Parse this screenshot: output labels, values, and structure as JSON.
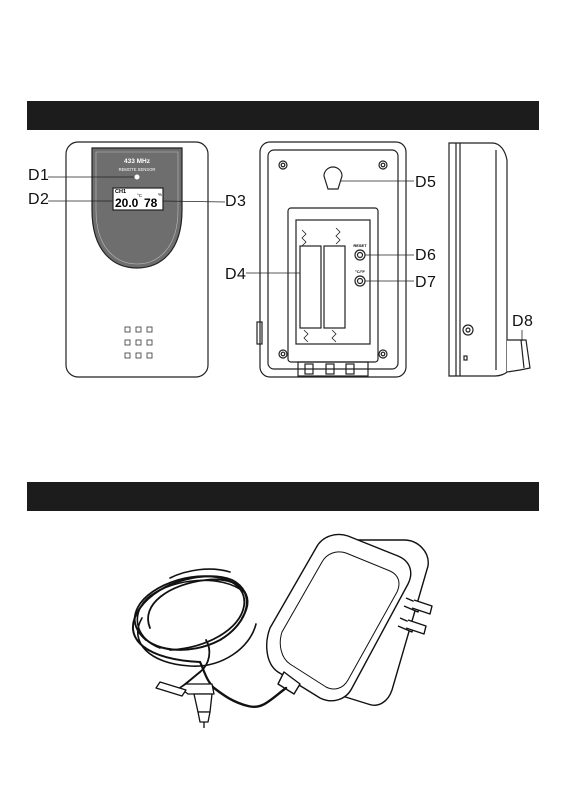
{
  "colors": {
    "section_bar": "#1c1c1c",
    "display_window": "#6e6e6e",
    "lcd_background": "#ffffff",
    "line": "#222222"
  },
  "callouts": {
    "d1": "D1",
    "d2": "D2",
    "d3": "D3",
    "d4": "D4",
    "d5": "D5",
    "d6": "D6",
    "d7": "D7",
    "d8": "D8"
  },
  "sensor_front": {
    "frequency": "433 MHz",
    "product_label": "REMOTE SENSOR",
    "lcd": {
      "channel": "CH1",
      "temperature": "20.0",
      "temp_unit": "°C",
      "humidity": "78",
      "humidity_unit": "%"
    }
  },
  "sensor_back": {
    "button_reset": "RESET",
    "button_unit": "°C/°F"
  }
}
